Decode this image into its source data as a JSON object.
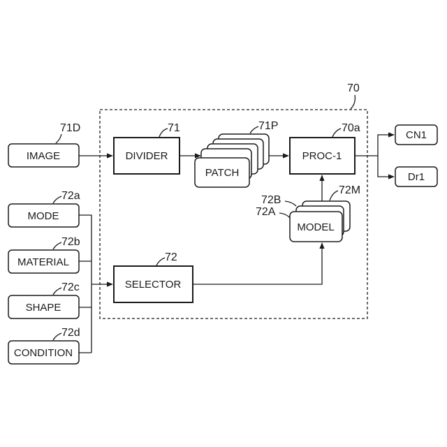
{
  "diagram": {
    "refs": {
      "system": "70",
      "image": "71D",
      "divider": "71",
      "patch": "71P",
      "proc": "70a",
      "mode": "72a",
      "material": "72b",
      "shape": "72c",
      "condition": "72d",
      "selector": "72",
      "model": "72M",
      "model_b": "72B",
      "model_a": "72A"
    },
    "labels": {
      "image": "IMAGE",
      "divider": "DIVIDER",
      "patch": "PATCH",
      "proc": "PROC-1",
      "cn1": "CN1",
      "dr1": "Dr1",
      "mode": "MODE",
      "material": "MATERIAL",
      "shape": "SHAPE",
      "condition": "CONDITION",
      "selector": "SELECTOR",
      "model": "MODEL"
    }
  }
}
